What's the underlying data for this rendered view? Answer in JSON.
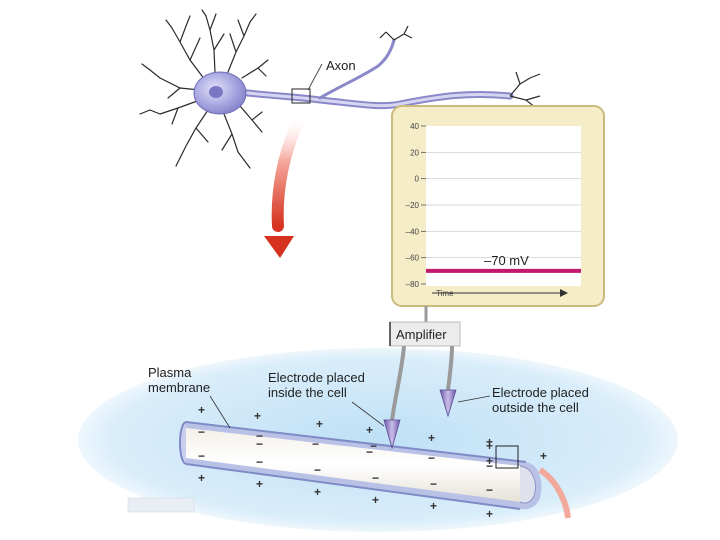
{
  "labels": {
    "axon": "Axon",
    "amplifier": "Amplifier",
    "plasma_membrane_line1": "Plasma",
    "plasma_membrane_line2": "membrane",
    "electrode_inside_line1": "Electrode placed",
    "electrode_inside_line2": "inside the cell",
    "electrode_outside_line1": "Electrode placed",
    "electrode_outside_line2": "outside the cell"
  },
  "chart_data": {
    "type": "line",
    "ylim": [
      -80,
      40
    ],
    "yticks": [
      "40",
      "20",
      "0",
      "–20",
      "–40",
      "–60",
      "–80"
    ],
    "xlabel": "Time",
    "ylabel": "",
    "series": [
      {
        "label": "–70 mV",
        "y": -70
      }
    ]
  },
  "colors": {
    "trace": "#c2186e",
    "monitor_bg": "#f5ecc8",
    "monitor_border": "#c9ba7e",
    "neuron": "#9a98d8",
    "fluid": "#cfe6f7",
    "arrow": "#e03b2c",
    "membrane": "#9aa6d6"
  },
  "membrane_signs": {
    "outside": [
      "+",
      "+",
      "+",
      "+",
      "+",
      "+",
      "+",
      "+",
      "+",
      "+",
      "+",
      "+",
      "+",
      "+",
      "+"
    ],
    "inside": [
      "−",
      "−",
      "−",
      "−",
      "−",
      "−",
      "−",
      "−",
      "−",
      "−",
      "−",
      "−",
      "−",
      "−"
    ]
  }
}
